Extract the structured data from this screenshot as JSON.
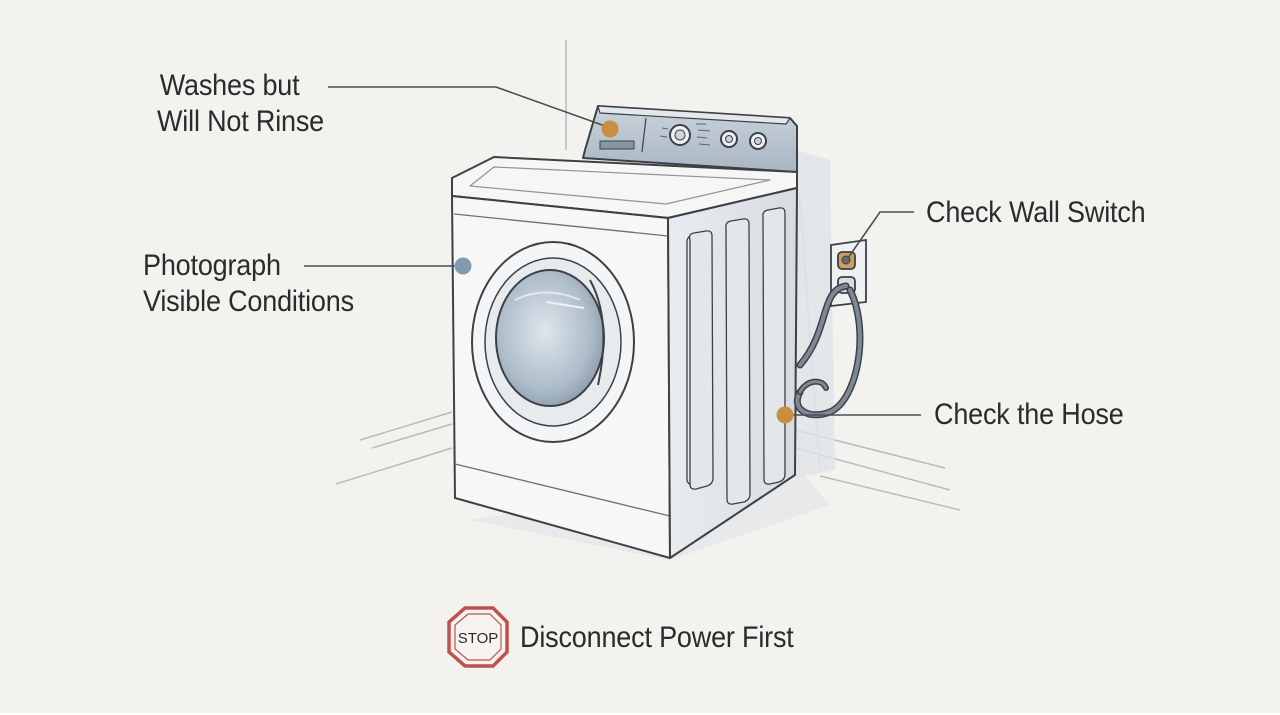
{
  "callouts": {
    "washes_line1": "Washes but",
    "washes_line2": "Will Not Rinse",
    "photo_line1": "Photograph",
    "photo_line2": "Visible Conditions",
    "wall_switch": "Check Wall Switch",
    "hose": "Check the Hose"
  },
  "warning": {
    "sign_text": "STOP",
    "text": "Disconnect Power First"
  },
  "colors": {
    "background": "#f3f2ee",
    "ink": "#2b2b2b",
    "orange_marker": "#c98f3f",
    "blue_marker": "#7f9bb0",
    "stop_red": "#c0504d"
  },
  "icons": [
    "stop-sign-icon",
    "wall-outlet-icon",
    "washing-machine-icon"
  ]
}
